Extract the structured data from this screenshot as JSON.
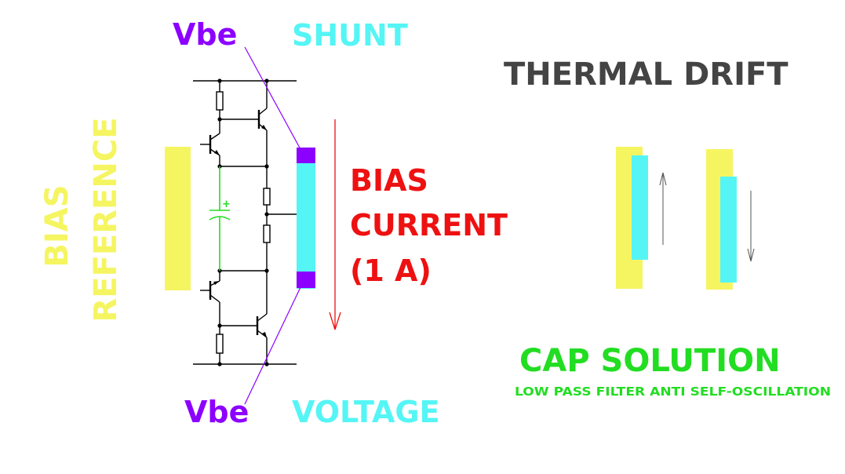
{
  "labels": {
    "vbe_top": "Vbe",
    "shunt": "SHUNT",
    "thermal_drift": "THERMAL DRIFT",
    "bias_reference_line1": "BIAS",
    "bias_reference_line2": "REFERENCE",
    "bias_current_line1": "BIAS",
    "bias_current_line2": "CURRENT",
    "bias_current_line3": "(1 A)",
    "cap_solution": "CAP SOLUTION",
    "cap_subtitle": "LOW PASS FILTER ANTI SELF-OSCILLATION",
    "vbe_bottom": "Vbe",
    "voltage": "VOLTAGE",
    "cap_plus": "+"
  },
  "colors": {
    "yellow": "#f5f562",
    "cyan": "#55f5f5",
    "purple": "#8c00ff",
    "red": "#ee1111",
    "green": "#22dd22",
    "gray": "#444444",
    "wire": "#000000"
  }
}
